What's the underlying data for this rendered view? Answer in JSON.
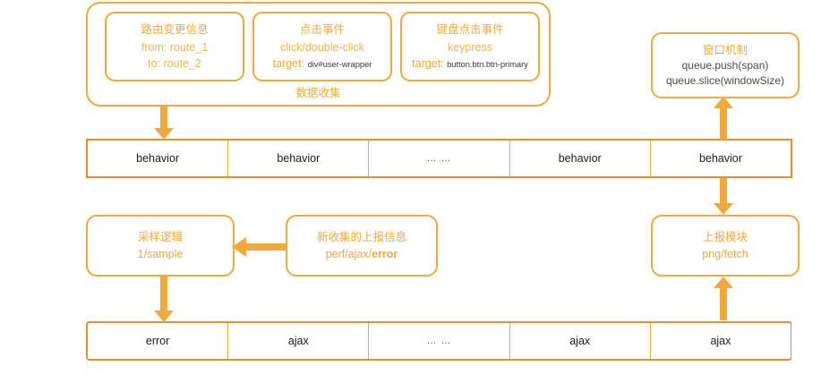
{
  "diagram": {
    "title_hidden": "",
    "accent_orange": "#F2A93B",
    "strip_border": "#F08C28",
    "arrow_color": "#F2A93B",
    "text_dark": "#1b1b1b"
  },
  "collection": {
    "label": "数据收集",
    "cards": [
      {
        "title": "路由变更信息",
        "line1": "from: route_1",
        "line2": "to: route_2",
        "target_key": "",
        "target_value": ""
      },
      {
        "title": "点击事件",
        "line1": "click/double-click",
        "target_key": "target:",
        "target_value": "div#user-wrapper"
      },
      {
        "title": "键盘点击事件",
        "line1": "keypress",
        "target_key": "target:",
        "target_value": "button.btn.btn-primary"
      }
    ]
  },
  "window_box": {
    "title": "窗口机制",
    "line1": "queue.push(span)",
    "line2": "queue.slice(windowSize)"
  },
  "sample_box": {
    "title": "采样逻辑",
    "line1": "1/sample"
  },
  "newinfo_box": {
    "title": "新收集的上报信息",
    "line1_prefix": "perf/ajax/",
    "line1_bold": "error"
  },
  "report_box": {
    "title": "上报模块",
    "line1": "png/fetch"
  },
  "behavior_strip": {
    "cells": [
      "behavior",
      "behavior",
      "… …",
      "behavior",
      "behavior"
    ]
  },
  "network_strip": {
    "cells": [
      "error",
      "ajax",
      "… …",
      "ajax",
      "ajax"
    ]
  },
  "arrows": [
    {
      "name": "collect-to-behavior",
      "direction": "down"
    },
    {
      "name": "behavior-to-window",
      "direction": "up"
    },
    {
      "name": "behavior-to-report",
      "direction": "down"
    },
    {
      "name": "newinfo-to-sample",
      "direction": "left"
    },
    {
      "name": "sample-to-network",
      "direction": "down"
    },
    {
      "name": "network-to-report",
      "direction": "up"
    }
  ]
}
